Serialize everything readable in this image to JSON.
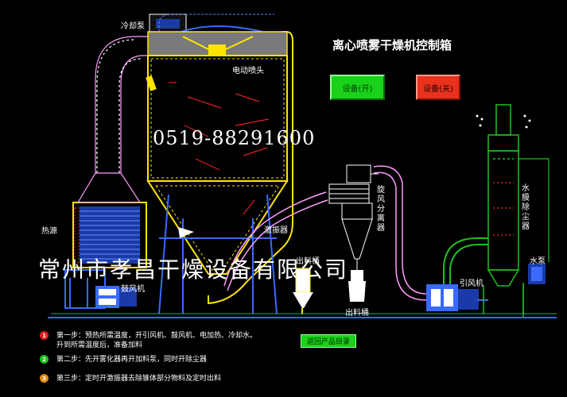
{
  "title": "离心喷雾干燥机控制箱",
  "phone": "0519-88291600",
  "company": "常州市孝昌干燥设备有限公司",
  "buttons": {
    "equipment_on": "设备(开)",
    "equipment_off": "设备(关)",
    "back_to_catalog": "返回产品目录"
  },
  "labels": {
    "cooling_pump": "冷却泵",
    "electric_nozzle": "电动喷头",
    "heat_source": "热源",
    "vibrator": "激振器",
    "blower": "鼓风机",
    "cyclone_separator": "旋风分离器",
    "water_film_dust_collector": "水膜除尘器",
    "water_pump": "水泵",
    "induced_draft_fan": "引风机",
    "discharge_bucket": "出料桶",
    "discharge_bucket_left": "出料桶"
  },
  "steps": [
    {
      "number": "1",
      "color": "#e02020",
      "text": "第一步：预热所需温度，开引风机、鼓风机、电加热、冷却水。\n升到所需温度后，准备加料"
    },
    {
      "number": "2",
      "color": "#1ec01e",
      "text": "第二步：先开雾化器再开加料泵，同时开除尘器"
    },
    {
      "number": "3",
      "color": "#e08a10",
      "text": "第三步：定时开激振器去除锥体部分物料及定时出料"
    }
  ]
}
